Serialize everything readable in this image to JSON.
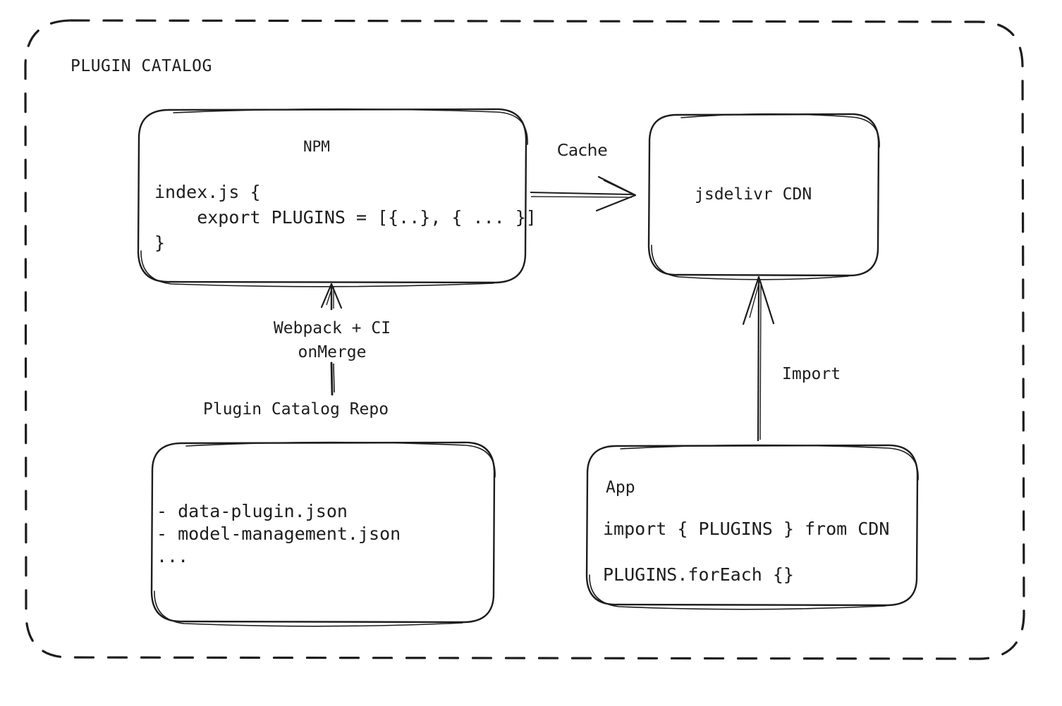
{
  "diagram": {
    "group_label": "PLUGIN CATALOG",
    "nodes": {
      "npm": {
        "title": "NPM",
        "code": "index.js {\n    export PLUGINS = [{..}, { ... }]\n}"
      },
      "cdn": {
        "title": "jsdelivr CDN"
      },
      "repo": {
        "caption": "Plugin Catalog Repo",
        "files": "- data-plugin.json\n- model-management.json\n..."
      },
      "app": {
        "title": "App",
        "code_line1": "import { PLUGINS } from CDN",
        "code_line2": "PLUGINS.forEach {}"
      }
    },
    "edges": {
      "cache": "Cache",
      "build": "Webpack + CI\nonMerge",
      "import": "Import"
    },
    "colors": {
      "stroke": "#1d1d1d",
      "background": "#ffffff",
      "text": "#1d1d1d"
    }
  }
}
